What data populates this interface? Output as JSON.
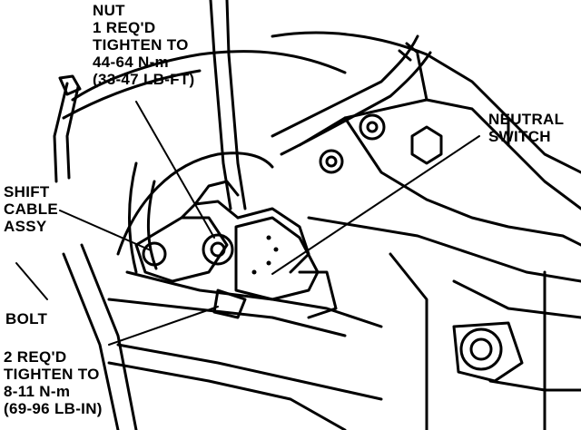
{
  "callouts": {
    "nut": [
      "NUT",
      "1 REQ'D",
      "TIGHTEN TO",
      "44-64 N-m",
      "(33-47 LB-FT)"
    ],
    "neutral_switch": [
      "NEUTRAL",
      "SWITCH"
    ],
    "shift_cable": [
      "SHIFT",
      "CABLE",
      "ASSY"
    ],
    "bolt": [
      "BOLT"
    ],
    "bolt_spec": [
      "2 REQ'D",
      "TIGHTEN TO",
      "8-11 N-m",
      "(69-96 LB-IN)"
    ]
  },
  "colors": {
    "ink": "#000000",
    "paper": "#ffffff"
  }
}
